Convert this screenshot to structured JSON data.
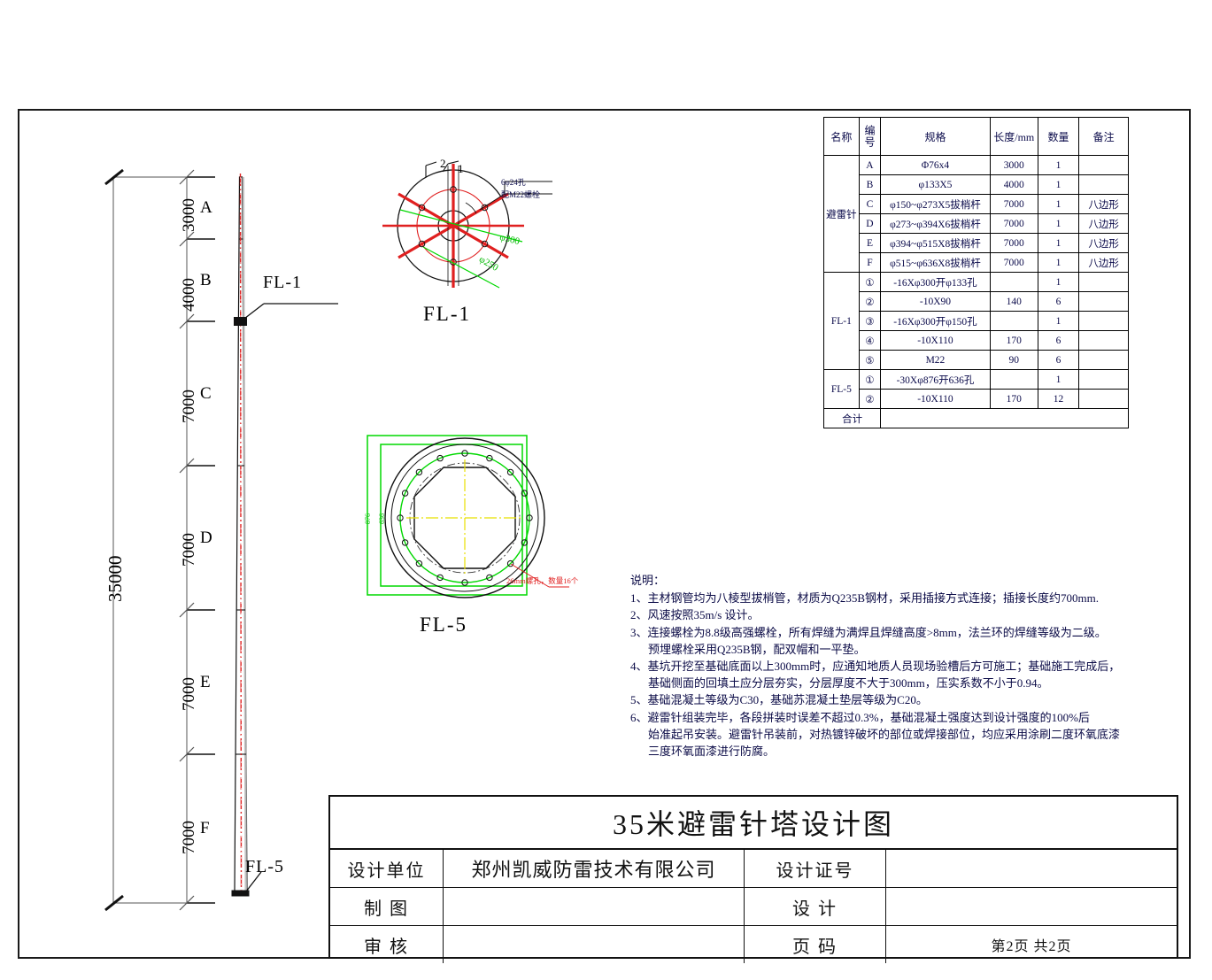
{
  "sheet": {
    "title": "35米避雷针塔设计图"
  },
  "elevation": {
    "overall_height_label": "35000",
    "segments": [
      {
        "letter": "A",
        "length": "3000"
      },
      {
        "letter": "B",
        "length": "4000"
      },
      {
        "letter": "C",
        "length": "7000"
      },
      {
        "letter": "D",
        "length": "7000"
      },
      {
        "letter": "E",
        "length": "7000"
      },
      {
        "letter": "F",
        "length": "7000"
      }
    ],
    "flange_top_label": "FL-1",
    "flange_base_label": "FL-5"
  },
  "detail_fl1": {
    "title": "FL-1",
    "callout_1": "1",
    "callout_2": "2",
    "hole_note_line1": "6φ24孔",
    "hole_note_line2": "配M22螺栓",
    "dim_outer": "φ300",
    "dim_bolt_circle": "φ250"
  },
  "detail_fl5": {
    "title": "FL-5",
    "hole_note": "26mm螺孔，数量16个",
    "dim_left_outer": "876",
    "dim_left_inner": "636"
  },
  "parts_table": {
    "headers": [
      "名称",
      "编号",
      "规格",
      "长度/mm",
      "数量",
      "备注"
    ],
    "groups": [
      {
        "name": "避雷针",
        "rows": [
          {
            "no": "A",
            "spec": "Φ76x4",
            "len": "3000",
            "qty": "1",
            "remark": ""
          },
          {
            "no": "B",
            "spec": "φ133X5",
            "len": "4000",
            "qty": "1",
            "remark": ""
          },
          {
            "no": "C",
            "spec": "φ150~φ273X5拔梢杆",
            "len": "7000",
            "qty": "1",
            "remark": "八边形"
          },
          {
            "no": "D",
            "spec": "φ273~φ394X6拔梢杆",
            "len": "7000",
            "qty": "1",
            "remark": "八边形"
          },
          {
            "no": "E",
            "spec": "φ394~φ515X8拔梢杆",
            "len": "7000",
            "qty": "1",
            "remark": "八边形"
          },
          {
            "no": "F",
            "spec": "φ515~φ636X8拔梢杆",
            "len": "7000",
            "qty": "1",
            "remark": "八边形"
          }
        ]
      },
      {
        "name": "FL-1",
        "rows": [
          {
            "no": "①",
            "spec": "-16Xφ300开φ133孔",
            "len": "",
            "qty": "1",
            "remark": ""
          },
          {
            "no": "②",
            "spec": "-10X90",
            "len": "140",
            "qty": "6",
            "remark": ""
          },
          {
            "no": "③",
            "spec": "-16Xφ300开φ150孔",
            "len": "",
            "qty": "1",
            "remark": ""
          },
          {
            "no": "④",
            "spec": "-10X110",
            "len": "170",
            "qty": "6",
            "remark": ""
          },
          {
            "no": "⑤",
            "spec": "M22",
            "len": "90",
            "qty": "6",
            "remark": ""
          }
        ]
      },
      {
        "name": "FL-5",
        "rows": [
          {
            "no": "①",
            "spec": "-30Xφ876开636孔",
            "len": "",
            "qty": "1",
            "remark": ""
          },
          {
            "no": "②",
            "spec": "-10X110",
            "len": "170",
            "qty": "12",
            "remark": ""
          }
        ]
      }
    ],
    "total_label": "合计",
    "total_value": ""
  },
  "notes": {
    "heading": "说明：",
    "items": [
      {
        "text": "1、主材钢管均为八棱型拔梢管，材质为Q235B钢材，采用插接方式连接；插接长度约700mm.",
        "cont": []
      },
      {
        "text": "2、风速按照35m/s 设计。",
        "cont": []
      },
      {
        "text": "3、连接螺栓为8.8级高强螺栓，所有焊缝为满焊且焊缝高度>8mm，法兰环的焊缝等级为二级。",
        "cont": [
          "预埋螺栓采用Q235B钢，配双帽和一平垫。"
        ]
      },
      {
        "text": "4、基坑开挖至基础底面以上300mm时，应通知地质人员现场验槽后方可施工；基础施工完成后，",
        "cont": [
          "基础侧面的回填土应分层夯实，分层厚度不大于300mm，压实系数不小于0.94。"
        ]
      },
      {
        "text": "5、基础混凝土等级为C30，基础苏混凝土垫层等级为C20。",
        "cont": []
      },
      {
        "text": "6、避雷针组装完毕，各段拼装时误差不超过0.3%，基础混凝土强度达到设计强度的100%后",
        "cont": [
          "始准起吊安装。避雷针吊装前，对热镀锌破坏的部位或焊接部位，均应采用涂刷二度环氧底漆",
          "三度环氧面漆进行防腐。"
        ]
      }
    ]
  },
  "title_block": {
    "title": "35米避雷针塔设计图",
    "rows": [
      {
        "k": "设计单位",
        "v1": "郑州凯威防雷技术有限公司",
        "k2": "设计证号",
        "v2": ""
      },
      {
        "k": "制  图",
        "v1": "",
        "k2": "设  计",
        "v2": ""
      },
      {
        "k": "审  核",
        "v1": "",
        "k2": "页  码",
        "v2": "第2页  共2页"
      }
    ]
  },
  "colors": {
    "black": "#000000",
    "red": "#e02020",
    "green": "#00e000",
    "yellow": "#e8e800",
    "table_text": "#0a0a4a",
    "border": "#1a1a1a"
  }
}
